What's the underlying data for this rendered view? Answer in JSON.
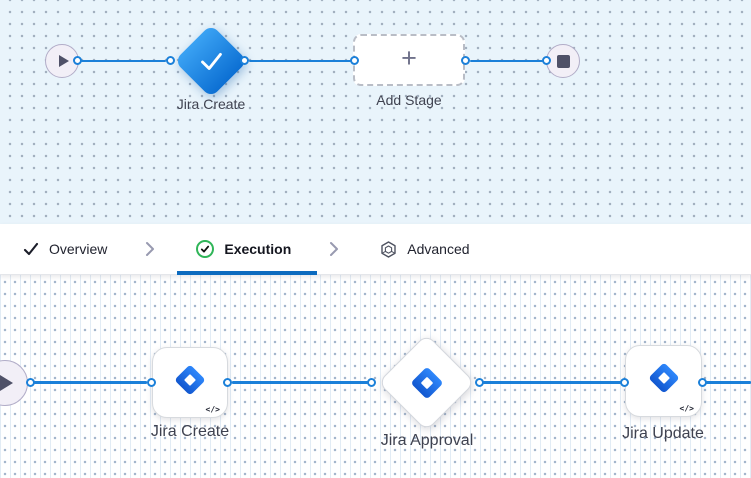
{
  "stage_canvas": {
    "start_node": {
      "icon": "play-icon"
    },
    "stage": {
      "label": "Jira Create",
      "icon": "check-icon"
    },
    "add_stage": {
      "label": "Add Stage",
      "plus": "+",
      "icon": "plus-icon"
    },
    "end_node": {
      "icon": "stop-icon"
    }
  },
  "tabs": [
    {
      "label": "Overview",
      "icon": "check-icon",
      "active": false
    },
    {
      "label": "Execution",
      "icon": "check-circle-icon",
      "active": true
    },
    {
      "label": "Advanced",
      "icon": "cube-icon",
      "active": false
    }
  ],
  "execution_canvas": {
    "start_node": {
      "icon": "play-icon"
    },
    "steps": [
      {
        "label": "Jira Create",
        "shape": "square",
        "icon": "jira-icon",
        "badge": "</>"
      },
      {
        "label": "Jira Approval",
        "shape": "diamond",
        "icon": "jira-icon",
        "badge": ""
      },
      {
        "label": "Jira Update",
        "shape": "square",
        "icon": "jira-icon",
        "badge": "</>"
      }
    ]
  },
  "colors": {
    "connector": "#1b80d9",
    "active_tab_underline": "#0c6bbf",
    "stage_diamond_start": "#3aa2f3",
    "stage_diamond_end": "#0c6fd3",
    "jira_light": "#2e87fb",
    "jira_dark": "#1257cf",
    "execution_green": "#2fb558",
    "stage_canvas_bg": "#e9f4fb"
  }
}
